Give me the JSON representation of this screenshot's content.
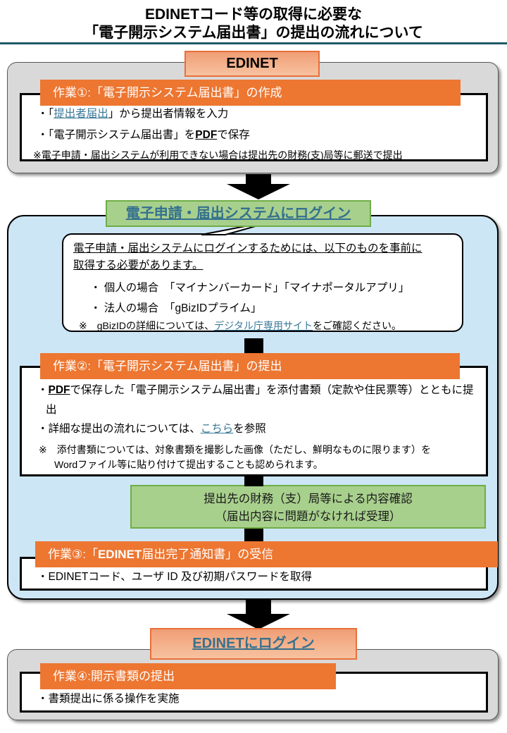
{
  "title": {
    "line1": "EDINETコード等の取得に必要な",
    "line2": "「電子開示システム届出書」の提出の流れについて"
  },
  "s1": {
    "badge": "EDINET",
    "banner": "作業①:「電子開示システム届出書」の作成",
    "b1_pre": "・「",
    "b1_link": "提出者届出",
    "b1_post": "」から提出者情報を入力",
    "b2_pre": "・「電子開示システム届出書」を",
    "b2_em": "PDF",
    "b2_post": "で保存",
    "note": "※電子申請・届出システムが利用できない場合は提出先の財務(支)局等に郵送で提出"
  },
  "s2": {
    "badge": "電子申請・届出システムにログイン",
    "callout": {
      "intro": "電子申請・届出システムにログインするためには、以下のものを事前に取得する必要があります。",
      "item1": "・ 個人の場合　「マイナンバーカード」「マイナポータルアプリ」",
      "item2": "・ 法人の場合　「gBizIDプライム」",
      "note_pre": "※　gBizIDの詳細については、",
      "note_link": "デジタル庁専用サイト",
      "note_post": "をご確認ください。"
    },
    "t2": {
      "banner": "作業②:「電子開示システム届出書」の提出",
      "b1_pre": "・",
      "b1_em": "PDF",
      "b1_post": "で保存した「電子開示システム届出書」を添付書類（定款や住民票等）とともに提出",
      "b2_pre": "・詳細な提出の流れについては、",
      "b2_link": "こちら",
      "b2_post": "を参照",
      "note1": "※　添付書類については、対象書類を撮影した画像（ただし、鮮明なものに限ります）を",
      "note2": "Wordファイル等に貼り付けて提出することも認められます。"
    },
    "review": {
      "line1": "提出先の財務（支）局等による内容確認",
      "line2": "（届出内容に問題がなければ受理）"
    },
    "t3": {
      "banner_pre": "作業③:「",
      "banner_em": "EDINET",
      "banner_post": "届出完了通知書」の受信",
      "b1": "・EDINETコード、ユーザ ID 及び初期パスワードを取得"
    }
  },
  "s3": {
    "badge": "EDINETにログイン",
    "banner": "作業④:開示書類の提出",
    "b1": "・書類提出に係る操作を実施"
  },
  "colors": {
    "accent_orange": "#ED7631",
    "salmon_fill": "#F5AD85",
    "salmon_border": "#E8703A",
    "green_fill": "#A8D08D",
    "green_border": "#6FAD47",
    "blue_fill": "#CDE6F5",
    "gray_fill": "#D9D9D9",
    "link_teal": "#3A7897",
    "title_rule": "#215968"
  }
}
